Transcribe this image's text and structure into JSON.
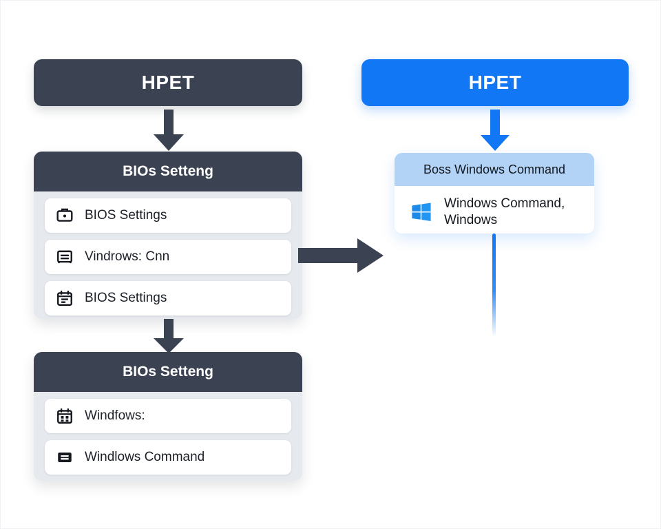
{
  "diagram": {
    "left_column": {
      "top_pill": {
        "label": "HPET",
        "icon": "",
        "color": "#3b4252"
      },
      "middle_card": {
        "header": "BIOs Setteng",
        "rows": [
          {
            "label": "BIOS Settings",
            "icon": "camera-card-icon"
          },
          {
            "label": "Vindrows: Cnn",
            "icon": "document-lines-icon"
          },
          {
            "label": "BIOS Settings",
            "icon": "calendar-list-icon"
          }
        ]
      },
      "bottom_card": {
        "header": "BIOs Setteng",
        "rows": [
          {
            "label": "Windfows:",
            "icon": "window-grid-icon"
          },
          {
            "label": "Windlows Command",
            "icon": "list-bars-icon"
          }
        ]
      }
    },
    "right_column": {
      "top_pill": {
        "label": "HPET",
        "color": "#1277f5"
      },
      "card": {
        "header": "Boss  Windows Command",
        "row": {
          "line1": "Windows Command,",
          "line2": "Windows",
          "icon": "windows-logo-icon"
        }
      }
    },
    "connectors": {
      "left_top_arrow": "arrow-down-icon",
      "left_bottom_arrow": "arrow-down-icon",
      "cross_arrow": "arrow-right-icon",
      "right_top_arrow": "arrow-down-icon",
      "right_trailing_line": "vertical-line"
    },
    "colors": {
      "dark": "#3b4252",
      "blue": "#1277f5",
      "light_blue": "#b2d2f6",
      "card_body": "#e6e9ee",
      "row": "#ffffff"
    }
  }
}
